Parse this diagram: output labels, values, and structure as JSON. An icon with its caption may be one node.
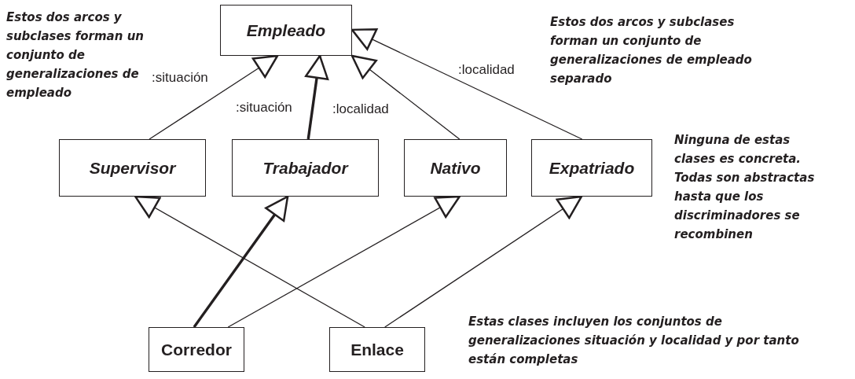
{
  "diagram": {
    "nodes": [
      {
        "text": [
          "Empleado"
        ]
      },
      {
        "text": [
          "Supervisor"
        ]
      },
      {
        "text": [
          "Trabajador"
        ]
      },
      {
        "text": [
          "Nativo"
        ]
      },
      {
        "text": [
          "Expatriado"
        ]
      },
      {
        "text": [
          "Corredor"
        ]
      },
      {
        "text": [
          "Enlace"
        ]
      }
    ],
    "edges": [
      {
        "from": 1,
        "to": 0,
        "arrow": "to",
        "label": ":situación"
      },
      {
        "from": 2,
        "to": 0,
        "arrow": "to",
        "label": ":situación",
        "style": "thick"
      },
      {
        "from": 3,
        "to": 0,
        "arrow": "to",
        "label": ":localidad"
      },
      {
        "from": 4,
        "to": 0,
        "arrow": "to",
        "label": ":localidad"
      },
      {
        "from": 5,
        "to": 2,
        "arrow": "to",
        "style": "thick"
      },
      {
        "from": 5,
        "to": 3,
        "arrow": "to"
      },
      {
        "from": 6,
        "to": 1,
        "arrow": "to"
      },
      {
        "from": 6,
        "to": 4,
        "arrow": "to"
      }
    ],
    "labels": [
      "Estos dos arcos y subclases forman un conjunto de generalizaciones de empleado",
      "Estos dos arcos y subclases forman un conjunto de generalizaciones de empleado separado",
      "Ninguna de estas clases es concreta. Todas son abstractas hasta que los discriminadores se recombinen",
      "Estas clases incluyen los conjuntos de generalizaciones situación y localidad y por tanto están completas"
    ]
  }
}
